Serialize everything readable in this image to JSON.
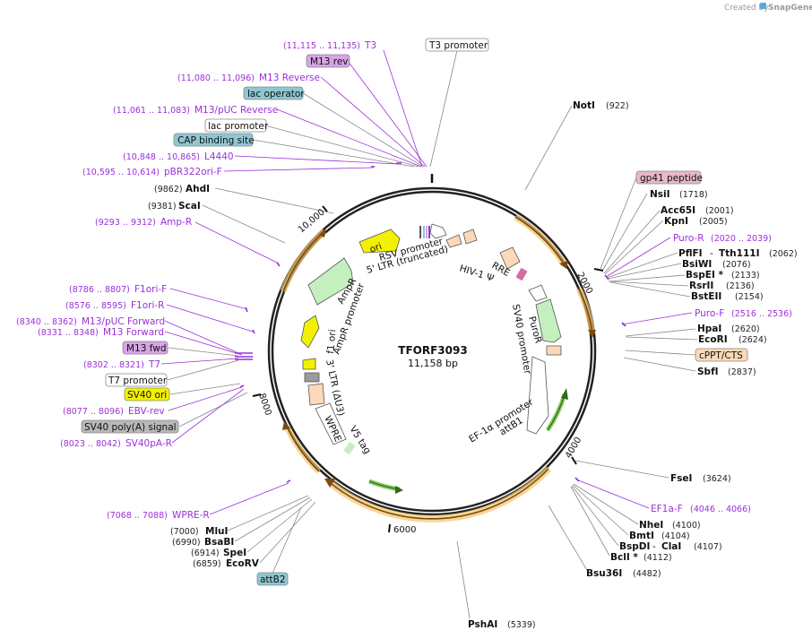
{
  "credit": {
    "text": "Created by",
    "brand": "SnapGene"
  },
  "plasmid": {
    "name": "TFORF3093",
    "size_label": "11,158 bp"
  },
  "ring_ticks": [
    {
      "label": "2000"
    },
    {
      "label": "4000"
    },
    {
      "label": "6000"
    },
    {
      "label": "8000"
    },
    {
      "label": "10,000"
    }
  ],
  "enzymes": [
    {
      "name": "NotI",
      "pos": "(922)"
    },
    {
      "name": "NsiI",
      "pos": "(1718)"
    },
    {
      "name": "Acc65I",
      "pos": "(2001)"
    },
    {
      "name": "KpnI",
      "pos": "(2005)"
    },
    {
      "name": "PflFI",
      "sep": "- ",
      "name2": "Tth111I",
      "pos": "(2062)"
    },
    {
      "name": "BsiWI",
      "pos": "(2076)"
    },
    {
      "name": "BspEI *",
      "pos": "(2133)"
    },
    {
      "name": "RsrII",
      "pos": "(2136)"
    },
    {
      "name": "BstEII",
      "pos": "(2154)"
    },
    {
      "name": "HpaI",
      "pos": "(2620)"
    },
    {
      "name": "EcoRI",
      "pos": "(2624)"
    },
    {
      "name": "SbfI",
      "pos": "(2837)"
    },
    {
      "name": "FseI",
      "pos": "(3624)"
    },
    {
      "name": "NheI",
      "pos": "(4100)"
    },
    {
      "name": "BmtI",
      "pos": "(4104)"
    },
    {
      "name": "BspDI",
      "sep": "- ",
      "name2": "ClaI",
      "pos": "(4107)"
    },
    {
      "name": "BclI *",
      "pos": "(4112)"
    },
    {
      "name": "Bsu36I",
      "pos": "(4482)"
    },
    {
      "name": "PshAI",
      "pos": "(5339)"
    },
    {
      "name": "MluI",
      "pos": "(7000)"
    },
    {
      "name": "BsaBI",
      "pos": "(6990)"
    },
    {
      "name": "SpeI",
      "pos": "(6914)"
    },
    {
      "name": "EcoRV",
      "pos": "(6859)"
    },
    {
      "name": "ScaI",
      "pos": "(9381)"
    },
    {
      "name": "AhdI",
      "pos": "(9862)"
    }
  ],
  "primers": [
    {
      "name": "T3",
      "range": "(11,115 .. 11,135)"
    },
    {
      "name": "M13 Reverse",
      "range": "(11,080 .. 11,096)"
    },
    {
      "name": "M13/pUC Reverse",
      "range": "(11,061 .. 11,083)"
    },
    {
      "name": "L4440",
      "range": "(10,848 .. 10,865)"
    },
    {
      "name": "pBR322ori-F",
      "range": "(10,595 .. 10,614)"
    },
    {
      "name": "Amp-R",
      "range": "(9293 .. 9312)"
    },
    {
      "name": "F1ori-F",
      "range": "(8786 .. 8807)"
    },
    {
      "name": "F1ori-R",
      "range": "(8576 .. 8595)"
    },
    {
      "name": "M13/pUC Forward",
      "range": "(8340 .. 8362)"
    },
    {
      "name": "M13 Forward",
      "range": "(8331 .. 8348)"
    },
    {
      "name": "T7",
      "range": "(8302 .. 8321)"
    },
    {
      "name": "EBV-rev",
      "range": "(8077 .. 8096)"
    },
    {
      "name": "SV40pA-R",
      "range": "(8023 .. 8042)"
    },
    {
      "name": "WPRE-R",
      "range": "(7068 .. 7088)"
    },
    {
      "name": "Puro-R",
      "range": "(2020 .. 2039)"
    },
    {
      "name": "Puro-F",
      "range": "(2516 .. 2536)"
    },
    {
      "name": "EF1a-F",
      "range": "(4046 .. 4066)"
    }
  ],
  "boxed_labels": [
    {
      "text": "T3 promoter",
      "color": "#ffffff"
    },
    {
      "text": "M13 rev",
      "color": "#d9a3e8"
    },
    {
      "text": "lac operator",
      "color": "#8ec7d3"
    },
    {
      "text": "lac promoter",
      "color": "#ffffff"
    },
    {
      "text": "CAP binding site",
      "color": "#8ec7d3"
    },
    {
      "text": "gp41 peptide",
      "color": "#e9b7c8"
    },
    {
      "text": "cPPT/CTS",
      "color": "#fbd9b8"
    },
    {
      "text": "M13 fwd",
      "color": "#d9a3e8"
    },
    {
      "text": "T7 promoter",
      "color": "#ffffff"
    },
    {
      "text": "SV40 ori",
      "color": "#f2f200"
    },
    {
      "text": "SV40 poly(A) signal",
      "color": "#b8b8b8"
    },
    {
      "text": "attB2",
      "color": "#8ec7d3"
    }
  ],
  "inner_features": [
    {
      "text": "RSV promoter"
    },
    {
      "text": "5' LTR (truncated)"
    },
    {
      "text": "HIV-1 Ψ"
    },
    {
      "text": "RRE"
    },
    {
      "text": "ori"
    },
    {
      "text": "AmpR"
    },
    {
      "text": "AmpR promoter"
    },
    {
      "text": "f1 ori"
    },
    {
      "text": "3' LTR (ΔU3)"
    },
    {
      "text": "WPRE"
    },
    {
      "text": "V5 tag"
    },
    {
      "text": "PuroR"
    },
    {
      "text": "SV40 promoter"
    },
    {
      "text": "EF-1α promoter"
    },
    {
      "text": "attB1"
    }
  ],
  "colors": {
    "primer": "#9b30d9",
    "backbone": "#222222",
    "orf_halo": "#f5c46a",
    "orf_arrow": "#7a4a10",
    "green_arrow": "#6fbf3f"
  }
}
